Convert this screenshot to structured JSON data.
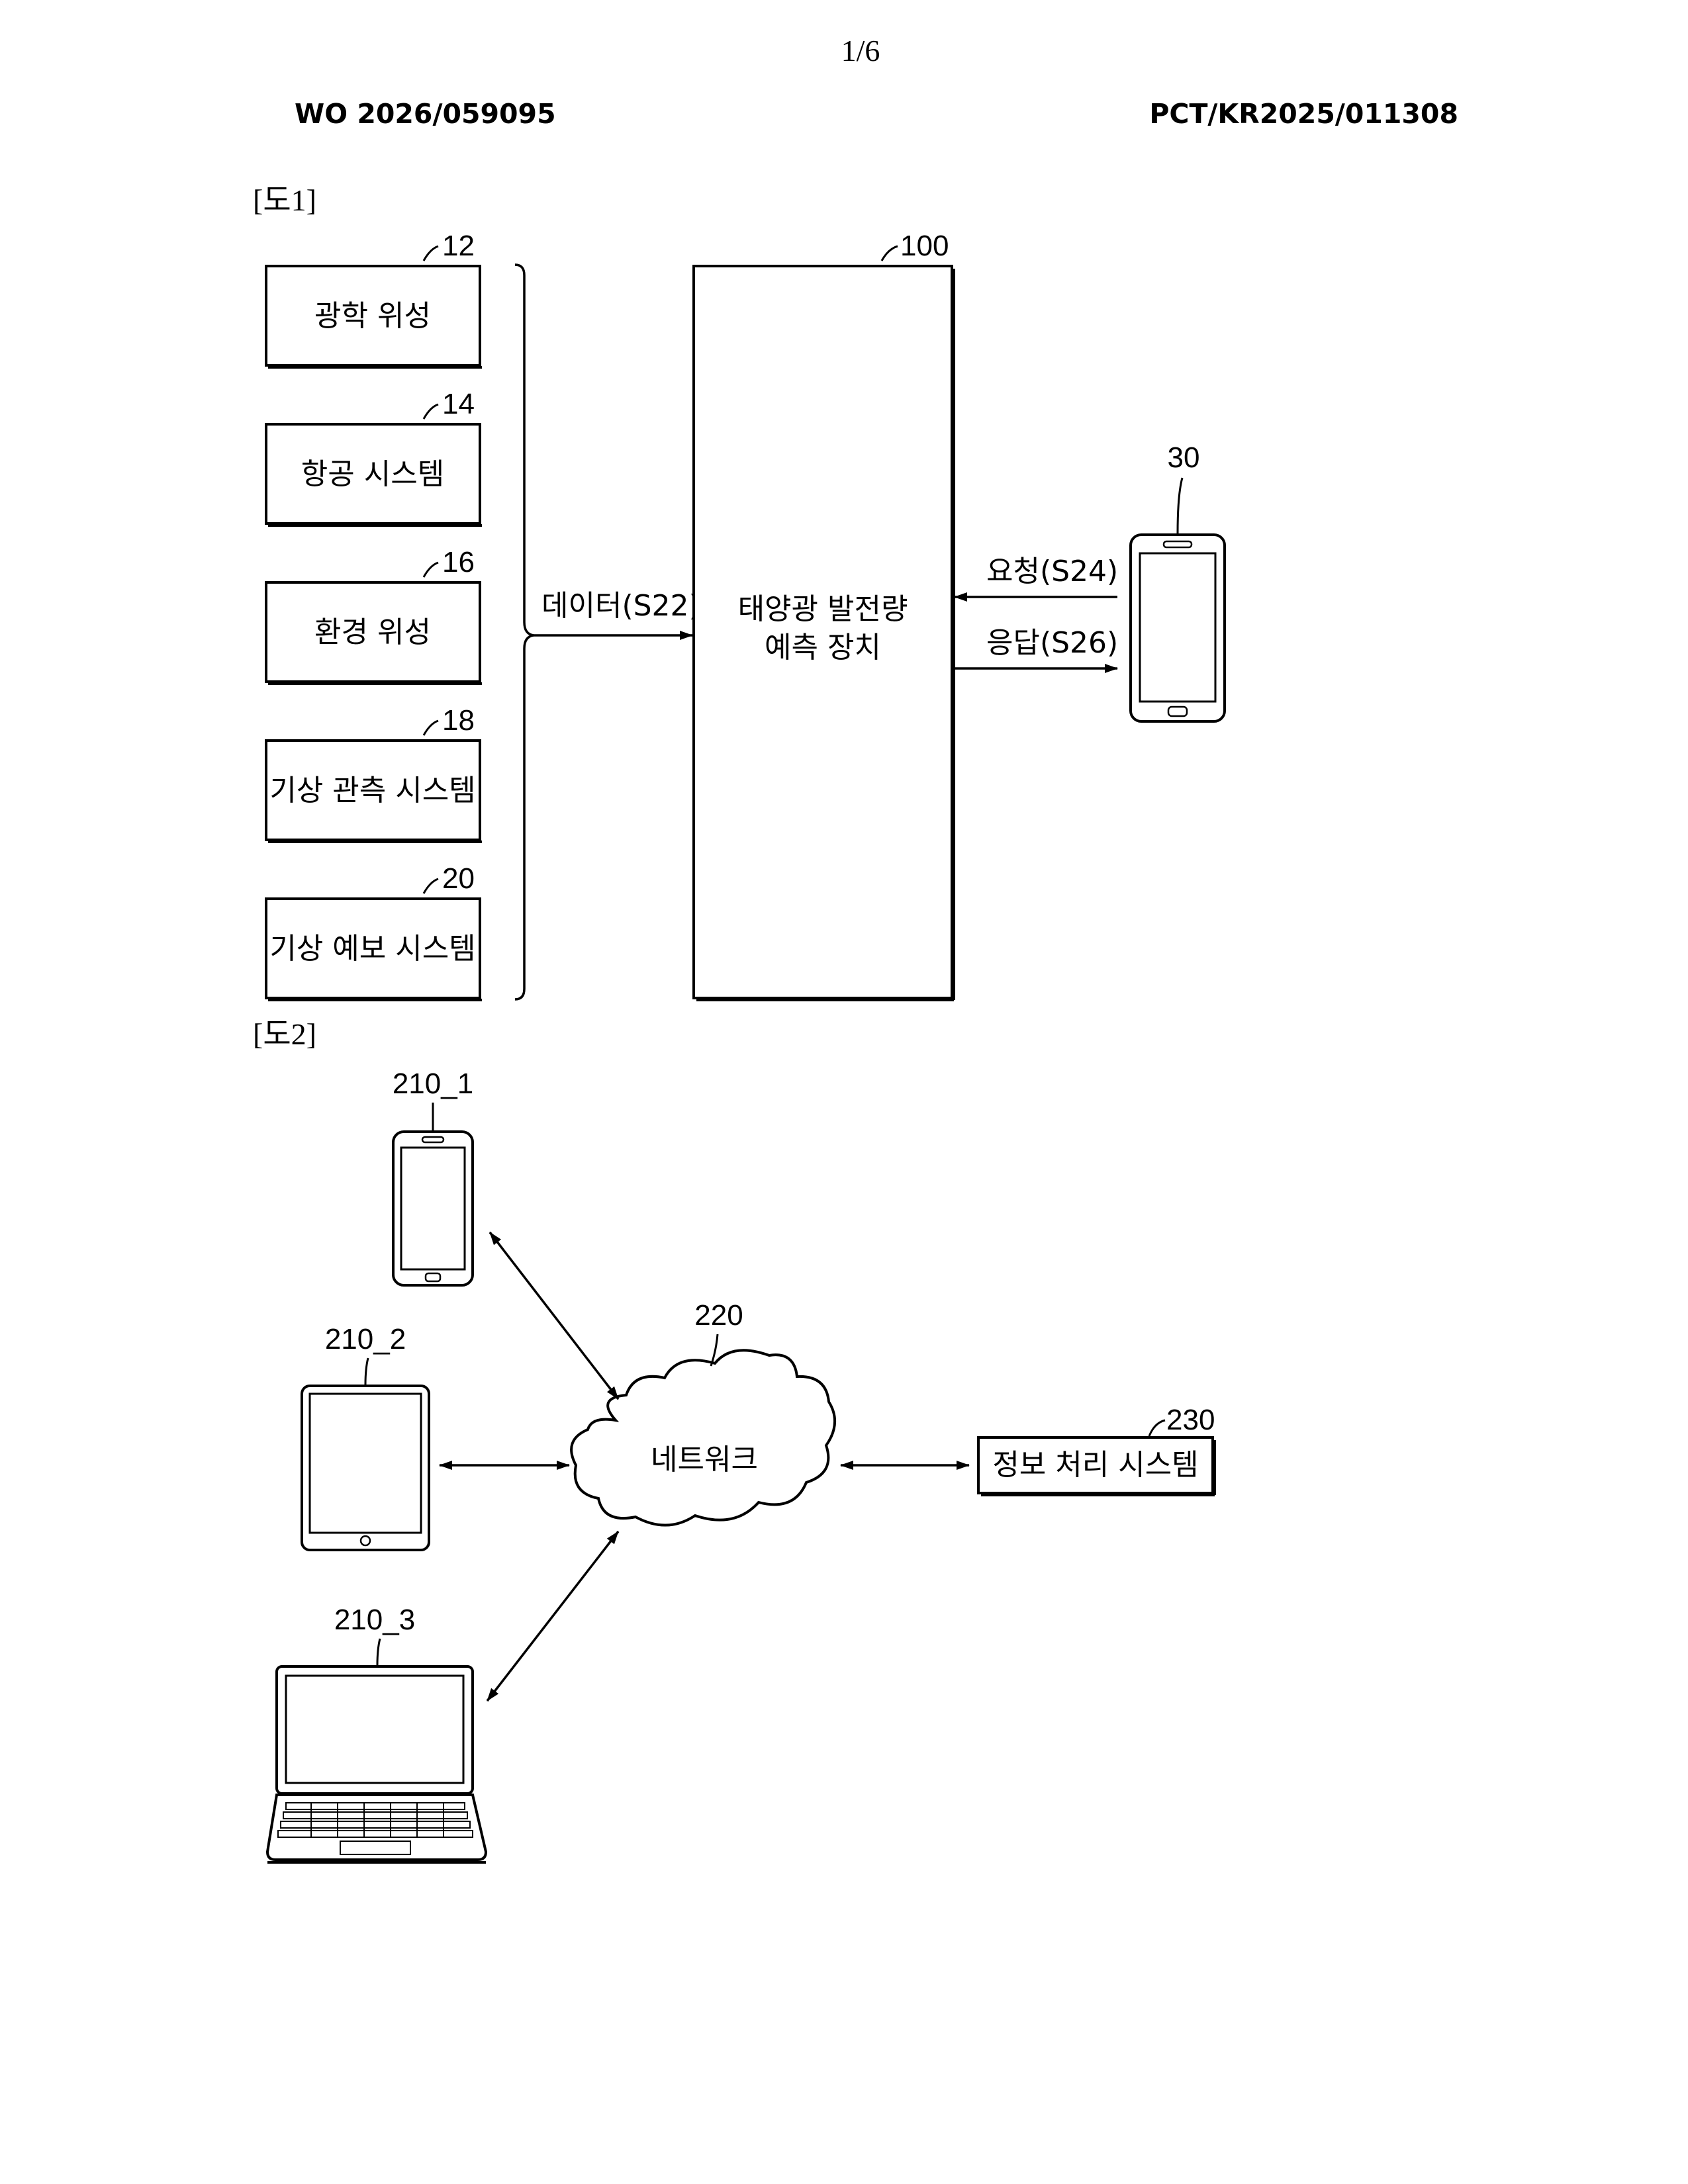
{
  "header": {
    "page_number": "1/6",
    "publication_number": "WO 2026/059095",
    "application_number": "PCT/KR2025/011308"
  },
  "figure1": {
    "label": "[도1]",
    "sources": [
      {
        "ref": "12",
        "label": "광학 위성"
      },
      {
        "ref": "14",
        "label": "항공 시스템"
      },
      {
        "ref": "16",
        "label": "환경 위성"
      },
      {
        "ref": "18",
        "label": "기상 관측 시스템"
      },
      {
        "ref": "20",
        "label": "기상 예보 시스템"
      }
    ],
    "data_arrow_label": "데이터(S22)",
    "device": {
      "ref": "100",
      "line1": "태양광 발전량",
      "line2": "예측 장치"
    },
    "request_label": "요청(S24)",
    "response_label": "응답(S26)",
    "terminal_ref": "30"
  },
  "figure2": {
    "label": "[도2]",
    "phone_ref": "210_1",
    "tablet_ref": "210_2",
    "laptop_ref": "210_3",
    "network": {
      "ref": "220",
      "label": "네트워크"
    },
    "system": {
      "ref": "230",
      "label": "정보 처리 시스템"
    }
  }
}
